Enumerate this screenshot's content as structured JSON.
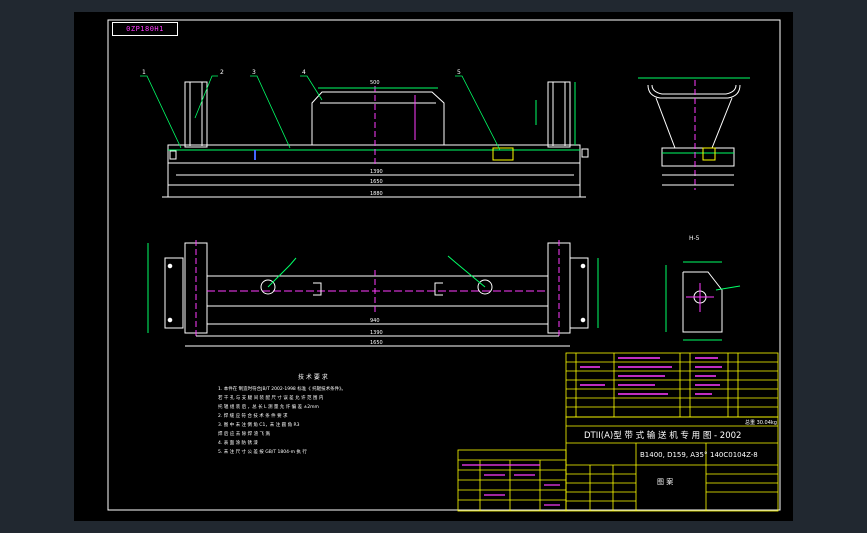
{
  "stamp": "0ZP180H1",
  "callouts": [
    "1",
    "2",
    "3",
    "4",
    "5"
  ],
  "notes": {
    "heading": "技 术 要 求",
    "lines": [
      "1. 本件在 制造时符合JB/T 2002-1998 标准《 托辊技术条件》。",
      "   若 干 孔 与 支 腿 间 装 配 尺 寸 误 差 允 许 范 围 内",
      "   托 辊 组 装 后 ，总 长 L 测 量 允 许 偏 差 ±2mm",
      "2. 焊 缝 应 符 合 技 术 条 件 要 求",
      "3. 图 中 未 注 倒 角 C1，未 注 圆 角 R3",
      "   焊 后 应 去 除 焊 渣 飞 溅",
      "4. 表 面 涂 防 锈 漆",
      "5. 未 注 尺 寸 公 差 按 GB/T 1804-m 执 行"
    ]
  },
  "section_label": "H-5",
  "title_block": {
    "title": "DTII(A)型  带 式 输 送 机 专 用 图 - 2002",
    "spec": "B1400, D159, A35°",
    "drawing_no": "140C0104Z-8",
    "mass": "总重 30.04kg",
    "sheet_label": "图 案"
  }
}
